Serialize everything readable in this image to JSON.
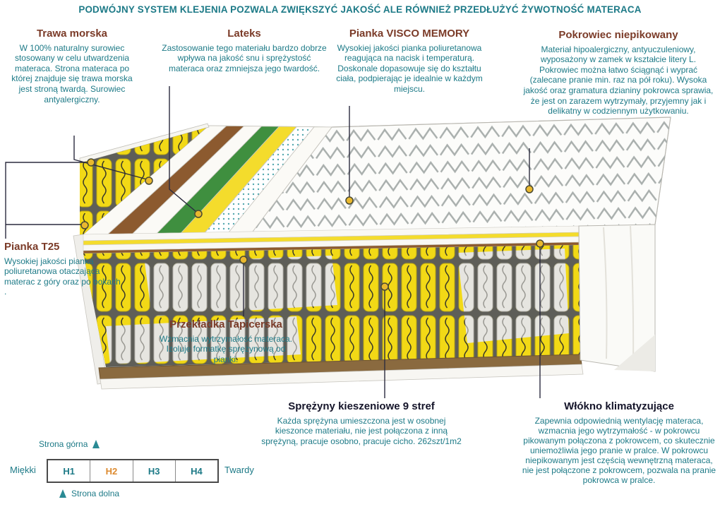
{
  "header": {
    "title": "PODWÓJNY SYSTEM KLEJENIA POZWALA ZWIĘKSZYĆ JAKOŚĆ ALE RÓWNIEŻ PRZEDŁUŻYĆ ŻYWOTNOŚĆ MATERACA"
  },
  "labels": [
    {
      "id": "trawa-morska",
      "title": "Trawa morska",
      "body": "W 100% naturalny surowiec stosowany w celu utwardzenia materaca. Strona materaca po której znajduje się trawa morska jest stroną twardą. Surowiec antyalergiczny."
    },
    {
      "id": "lateks",
      "title": "Lateks",
      "body": "Zastosowanie tego materiału bardzo dobrze wpływa na jakość snu i sprężystość materaca oraz zmniejsza jego twardość."
    },
    {
      "id": "pianka-visco-memory",
      "title": "Pianka VISCO MEMORY",
      "body": "Wysokiej jakości pianka poliuretanowa reagująca na nacisk i temperaturą. Doskonale dopasowuje się do kształtu ciała, podpierając je idealnie w każdym miejscu."
    },
    {
      "id": "pokrowiec-niepikowany",
      "title": "Pokrowiec niepikowany",
      "body": "Materiał hipoalergiczny, antyuczuleniowy, wyposażony w zamek w kształcie litery L. Pokrowiec można łatwo ściągnąć i wyprać (zalecane pranie min.  raz na pół roku). Wysoka jakość oraz gramatura dzianiny pokrowca sprawia, że jest on zarazem wytrzymały, przyjemny jak i delikatny w codziennym użytkowaniu."
    },
    {
      "id": "pianka-t25",
      "title": "Pianka T25",
      "body": "Wysokiej jakości pianka poliuretanowa otaczająca materac z góry oraz po bokach ."
    },
    {
      "id": "przekladka-tapicerska",
      "title": "Przekładka Tapicerska",
      "body": "Wzmacnia wytrzymałość materaca. Izoluje formatkę sprężynową od pianki."
    },
    {
      "id": "sprezyny-kieszeniowe",
      "title": "Sprężyny kieszeniowe 9 stref",
      "body": "Każda sprężyna umieszczona jest w osobnej kieszonce materiału, nie jest połączona z inną sprężyną, pracuje osobno, pracuje cicho. 262szt/1m2"
    },
    {
      "id": "wlokno-klimatyzujace",
      "title": "Włókno klimatyzujące",
      "body": "Zapewnia odpowiednią wentylację materaca, wzmacnia jego wytrzymałość - w pokrowcu pikowanym połączona z pokrowcem, co skutecznie uniemożliwia jego pranie w pralce. W pokrowcu niepikowanym jest częścią wewnętrzną materaca, nie jest połączone z pokrowcem, pozwala na pranie pokrowca w pralce."
    }
  ],
  "hardness": {
    "soft_label": "Miękki",
    "hard_label": "Twardy",
    "levels": [
      "H1",
      "H2",
      "H3",
      "H4"
    ],
    "active_level": "H2",
    "top_side_label": "Strona górna",
    "bottom_side_label": "Strona dolna"
  },
  "colors": {
    "teal_text": "#1d7a87",
    "heading_brown": "#7b3b28",
    "heading_dark": "#15152a",
    "callout_gold": "#e9b82e",
    "spring_yellow": "#f2d916",
    "spring_gray": "#e6e5e0",
    "active_level_orange": "#dd8a2f",
    "base_brown": "#8a6a3f",
    "green_layer": "#3f8f3f"
  }
}
